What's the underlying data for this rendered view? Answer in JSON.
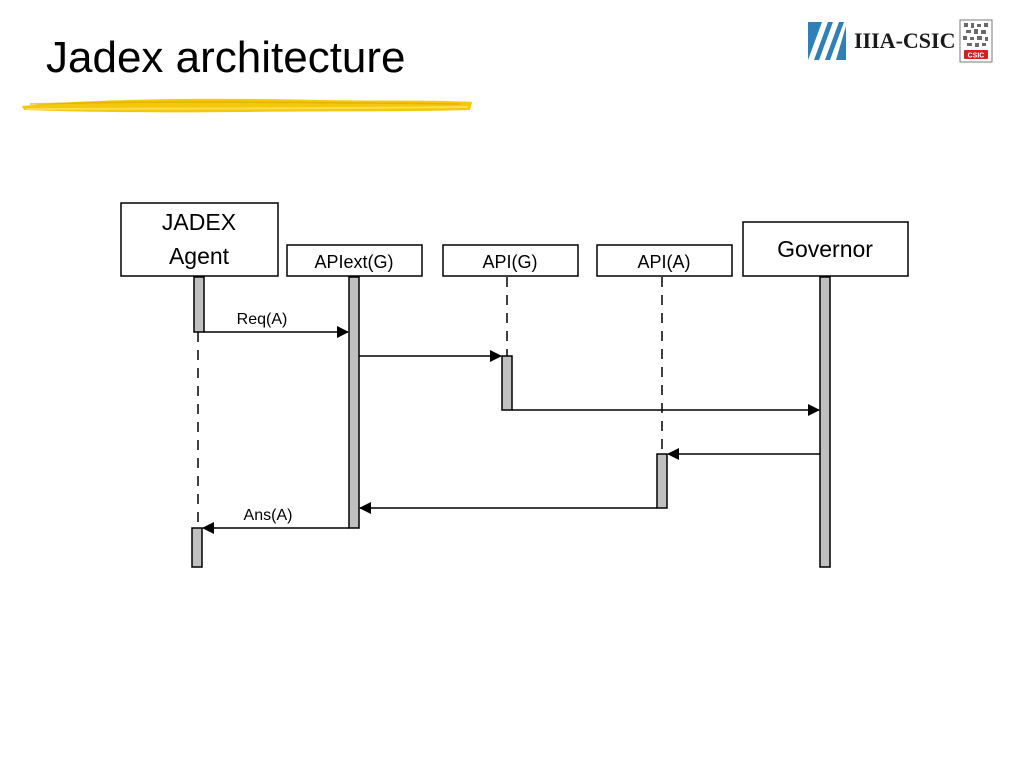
{
  "slide": {
    "title": "Jadex architecture",
    "org_name": "IIIA-CSIC",
    "seal_text": "CSIC"
  },
  "diagram": {
    "lifelines": [
      {
        "id": "agent",
        "label_lines": [
          "JADEX",
          "Agent"
        ]
      },
      {
        "id": "apiext_g",
        "label_lines": [
          "APIext(G)"
        ]
      },
      {
        "id": "api_g",
        "label_lines": [
          "API(G)"
        ]
      },
      {
        "id": "api_a",
        "label_lines": [
          "API(A)"
        ]
      },
      {
        "id": "governor",
        "label_lines": [
          "Governor"
        ]
      }
    ],
    "messages": [
      {
        "from": "agent",
        "to": "apiext_g",
        "label": "Req(A)"
      },
      {
        "from": "apiext_g",
        "to": "api_g",
        "label": ""
      },
      {
        "from": "api_g",
        "to": "governor",
        "label": ""
      },
      {
        "from": "governor",
        "to": "api_a",
        "label": ""
      },
      {
        "from": "api_a",
        "to": "apiext_g",
        "label": ""
      },
      {
        "from": "apiext_g",
        "to": "agent",
        "label": "Ans(A)"
      }
    ]
  },
  "colors": {
    "activation_fill": "#c0c0c0",
    "line": "#000000",
    "underline": "#f2c500",
    "logo_blue": "#2f7fb8",
    "seal_red": "#d42020"
  }
}
